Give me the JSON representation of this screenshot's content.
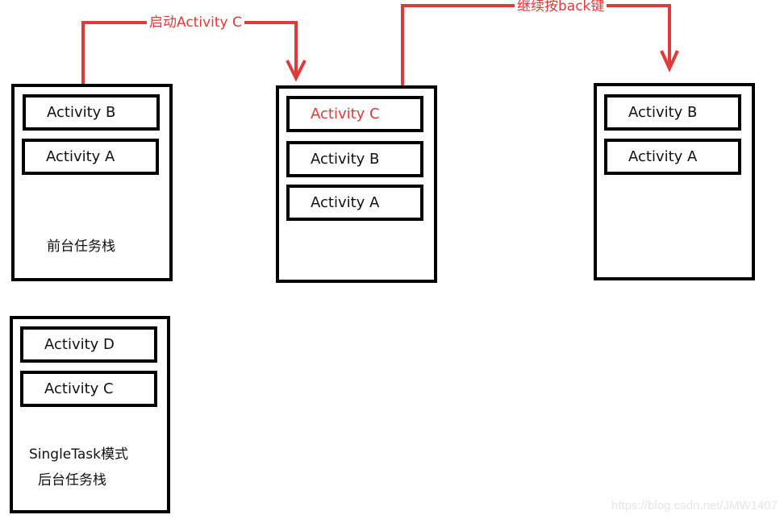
{
  "colors": {
    "arrow": "#e03a3a",
    "highlight": "#e03a3a",
    "border": "#000000"
  },
  "arrows": [
    {
      "label": "启动Activity C"
    },
    {
      "label": "继续按back键"
    }
  ],
  "stacks": [
    {
      "items": [
        "Activity B",
        "Activity A"
      ],
      "caption": "前台任务栈"
    },
    {
      "items": [
        "Activity C",
        "Activity B",
        "Activity A"
      ],
      "highlighted": "Activity C"
    },
    {
      "items": [
        "Activity B",
        "Activity A"
      ]
    },
    {
      "items": [
        "Activity D",
        "Activity C"
      ],
      "caption_line1": "SingleTask模式",
      "caption_line2": "后台任务栈"
    }
  ],
  "watermark": "https://blog.csdn.net/JMW1407"
}
